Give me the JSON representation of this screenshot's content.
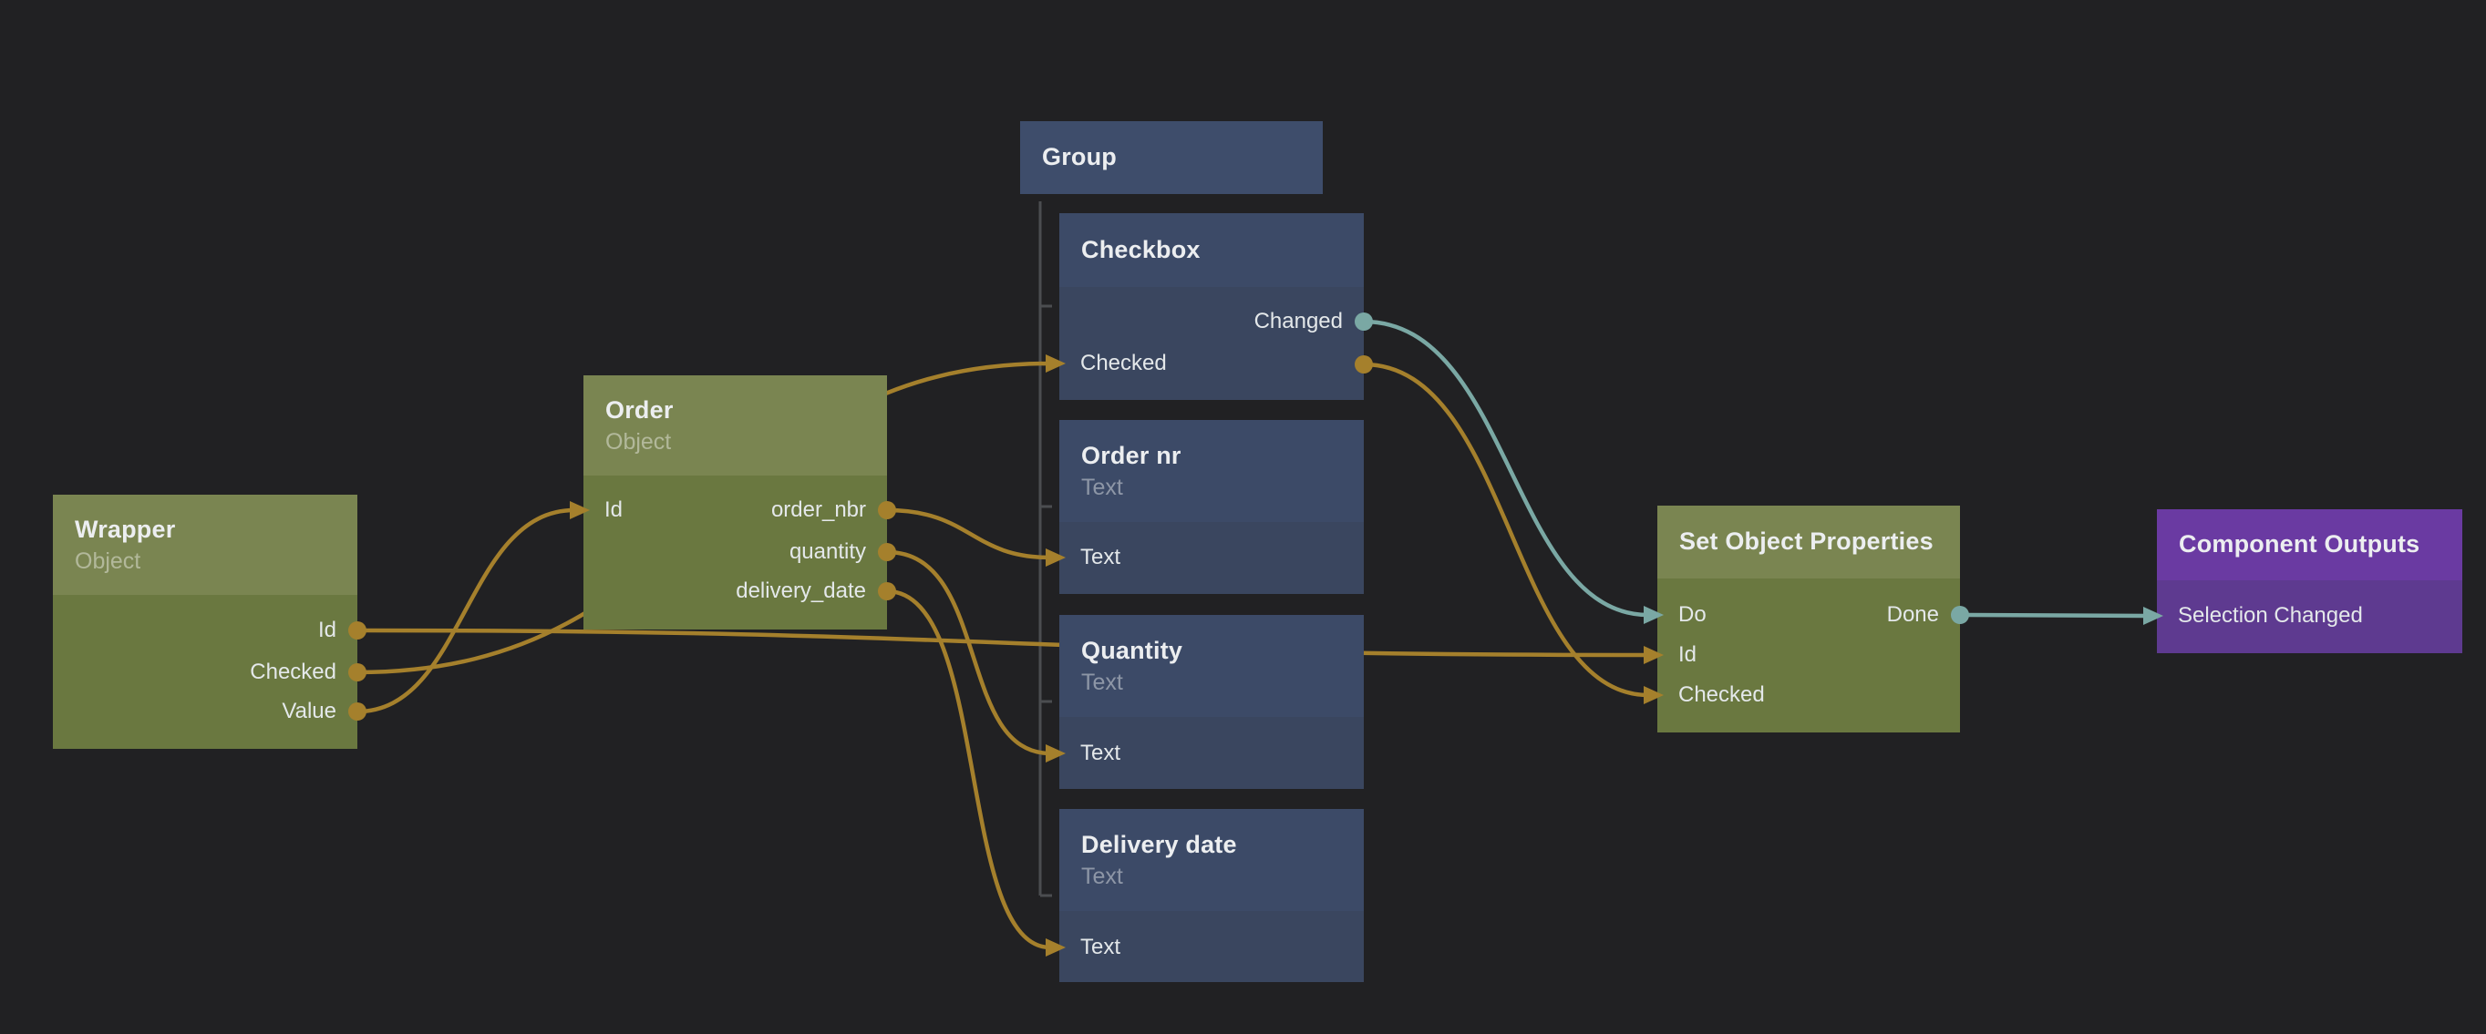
{
  "canvas": {
    "background": "#212123",
    "wire_gold": "#a5802c",
    "wire_teal": "#7aa8a4",
    "group_line": "#4b4d50",
    "node_green_header": "#7a8551",
    "node_green_body": "#6a7840",
    "node_blue_header": "#3c4a67",
    "node_blue_body": "#3a465f",
    "node_purple_header": "#6a3aa2",
    "node_purple_body": "#5e3a90"
  },
  "nodes": {
    "wrapper": {
      "title": "Wrapper",
      "subtitle": "Object",
      "ports": [
        {
          "label": "Id",
          "dir": "out",
          "color": "gold"
        },
        {
          "label": "Checked",
          "dir": "out",
          "color": "gold"
        },
        {
          "label": "Value",
          "dir": "out",
          "color": "gold"
        }
      ]
    },
    "order": {
      "title": "Order",
      "subtitle": "Object",
      "ports": [
        {
          "label": "Id",
          "dir": "in",
          "color": "gold"
        },
        {
          "label": "order_nbr",
          "dir": "out",
          "color": "gold"
        },
        {
          "label": "quantity",
          "dir": "out",
          "color": "gold"
        },
        {
          "label": "delivery_date",
          "dir": "out",
          "color": "gold"
        }
      ]
    },
    "group": {
      "title": "Group",
      "subtitle": "",
      "ports": []
    },
    "checkbox": {
      "title": "Checkbox",
      "subtitle": "",
      "ports": [
        {
          "label": "Changed",
          "dir": "out",
          "color": "teal"
        },
        {
          "label": "Checked",
          "dir": "in-out",
          "color": "gold"
        }
      ]
    },
    "order_nr": {
      "title": "Order nr",
      "subtitle": "Text",
      "ports": [
        {
          "label": "Text",
          "dir": "in",
          "color": "gold"
        }
      ]
    },
    "quantity": {
      "title": "Quantity",
      "subtitle": "Text",
      "ports": [
        {
          "label": "Text",
          "dir": "in",
          "color": "gold"
        }
      ]
    },
    "delivery_date": {
      "title": "Delivery date",
      "subtitle": "Text",
      "ports": [
        {
          "label": "Text",
          "dir": "in",
          "color": "gold"
        }
      ]
    },
    "set_object_properties": {
      "title": "Set Object Properties",
      "subtitle": "",
      "ports": [
        {
          "label": "Do",
          "dir": "in",
          "color": "teal"
        },
        {
          "label": "Done",
          "dir": "out",
          "color": "teal"
        },
        {
          "label": "Id",
          "dir": "in",
          "color": "gold"
        },
        {
          "label": "Checked",
          "dir": "in",
          "color": "gold"
        }
      ]
    },
    "component_outputs": {
      "title": "Component Outputs",
      "subtitle": "",
      "ports": [
        {
          "label": "Selection Changed",
          "dir": "in",
          "color": "teal"
        }
      ]
    }
  },
  "connections": [
    {
      "from": "Wrapper.Value",
      "to": "Order.Id",
      "color": "gold"
    },
    {
      "from": "Wrapper.Checked",
      "to": "Checkbox.Checked",
      "color": "gold"
    },
    {
      "from": "Wrapper.Id",
      "to": "Set Object Properties.Id",
      "color": "gold"
    },
    {
      "from": "Order.order_nbr",
      "to": "Order nr.Text",
      "color": "gold"
    },
    {
      "from": "Order.quantity",
      "to": "Quantity.Text",
      "color": "gold"
    },
    {
      "from": "Order.delivery_date",
      "to": "Delivery date.Text",
      "color": "gold"
    },
    {
      "from": "Checkbox.Changed",
      "to": "Set Object Properties.Do",
      "color": "teal"
    },
    {
      "from": "Checkbox.Checked",
      "to": "Set Object Properties.Checked",
      "color": "gold"
    },
    {
      "from": "Set Object Properties.Done",
      "to": "Component Outputs.Selection Changed",
      "color": "teal"
    }
  ],
  "group_children": [
    "Checkbox",
    "Order nr",
    "Quantity",
    "Delivery date"
  ]
}
